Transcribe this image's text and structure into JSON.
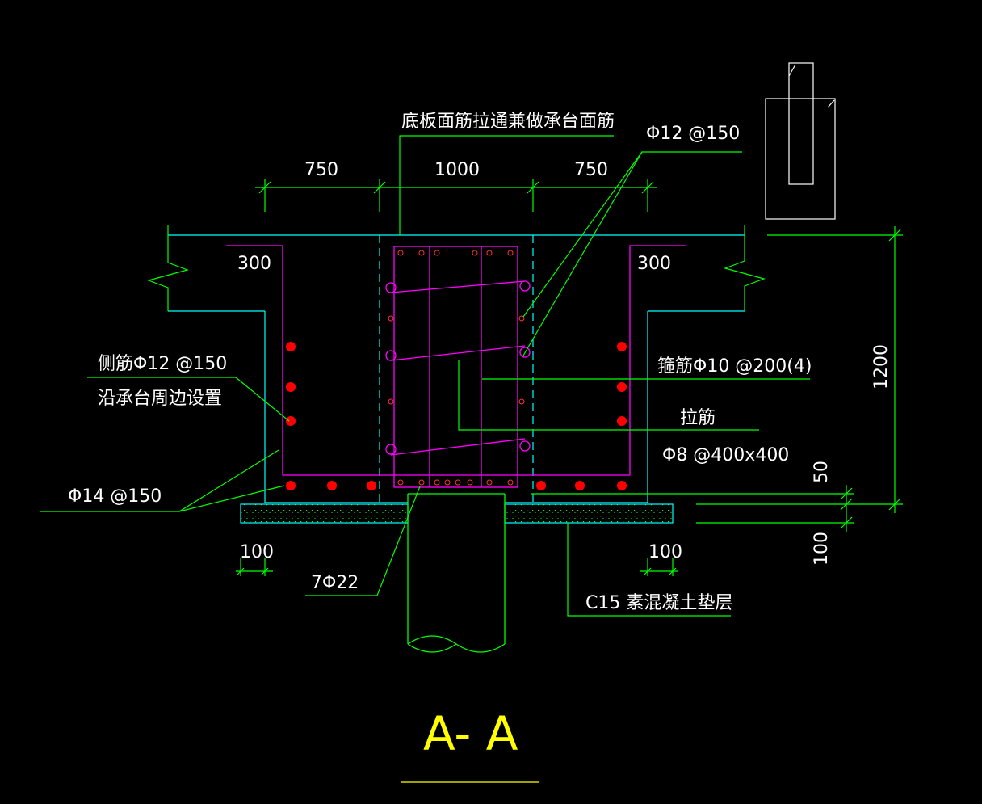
{
  "drawing": {
    "title": "A- A",
    "labels": {
      "top_bar_note": "底板面筋拉通兼做承台面筋",
      "phi12_150": "Φ12 @150",
      "dim_750_left": "750",
      "dim_1000": "1000",
      "dim_750_right": "750",
      "dim_300_left": "300",
      "dim_300_right": "300",
      "side_bar_line1": "侧筋Φ12 @150",
      "side_bar_line2": "沿承台周边设置",
      "stirrup": "箍筋Φ10 @200(4)",
      "tie_bar": "拉筋",
      "tie_bar_spec": "Φ8 @400x400",
      "dim_1200": "1200",
      "dim_50": "50",
      "phi14_150": "Φ14 @150",
      "dim_100_left": "100",
      "dim_100_right": "100",
      "dim_100_vertical": "100",
      "main_bars": "7Φ22",
      "bedding": "C15 素混凝土垫层"
    },
    "colors": {
      "background": "#000000",
      "dimension": "#00ff00",
      "concrete_outline": "#00ffff",
      "reinforcement": "#ff00ff",
      "rebar_dot": "#ff0000",
      "text": "#ffffff",
      "title": "#ffff00"
    }
  }
}
